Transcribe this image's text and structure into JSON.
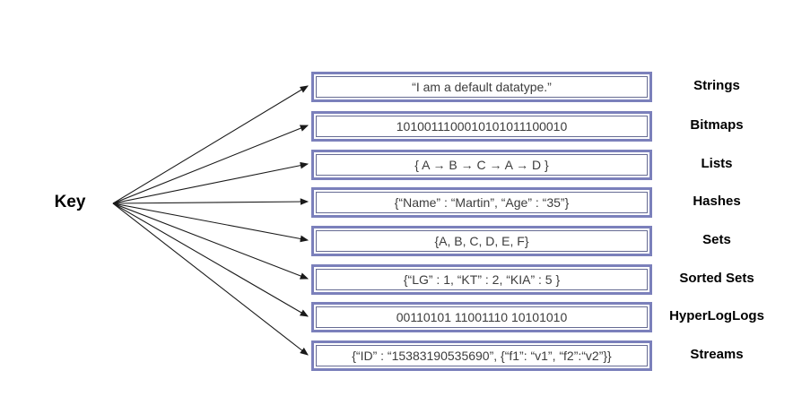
{
  "diagram": {
    "key_label": "Key",
    "rows": [
      {
        "value": "“I am a default datatype.”",
        "label": "Strings"
      },
      {
        "value": "1010011100010101011100010",
        "label": "Bitmaps"
      },
      {
        "value": "{ A → B → C → A → D }",
        "label": "Lists"
      },
      {
        "value": "{“Name” : “Martin”, “Age” : “35”}",
        "label": "Hashes"
      },
      {
        "value": "{A, B, C, D, E, F}",
        "label": "Sets"
      },
      {
        "value": "{“LG” : 1, “KT” : 2, “KIA” : 5 }",
        "label": "Sorted Sets"
      },
      {
        "value": "00110101 11001110 10101010",
        "label": "HyperLogLogs"
      },
      {
        "value": "{“ID” : “15383190535690”, {“f1”: “v1”, “f2”:“v2”}}",
        "label": "Streams"
      }
    ],
    "colors": {
      "box_border_outer": "#7b80bb",
      "box_border_inner": "#666b93",
      "arrow": "#1a1a1a",
      "text": "#3c3c3c"
    }
  }
}
